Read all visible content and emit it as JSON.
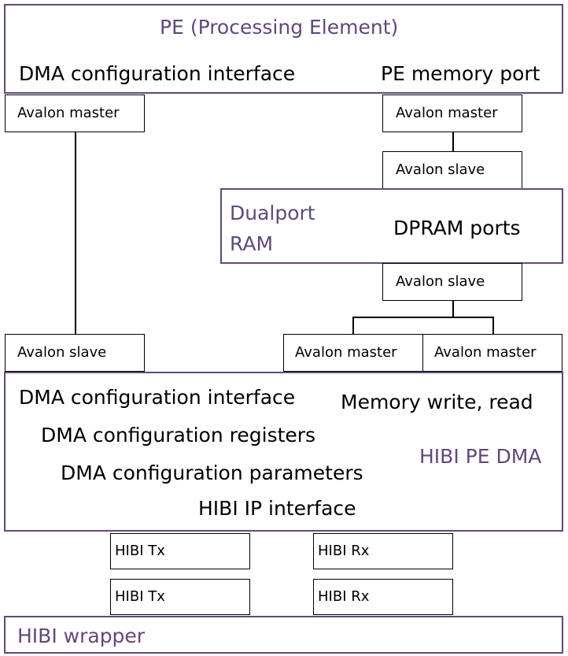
{
  "pe": {
    "title": "PE (Processing Element)",
    "left_interface": "DMA configuration interface",
    "right_interface": "PE memory port"
  },
  "pe_left_master": "Avalon master",
  "pe_right_master": "Avalon master",
  "dpram_upper_slave": "Avalon slave",
  "dpram": {
    "title_line1": "Dualport",
    "title_line2": "RAM",
    "ports": "DPRAM ports"
  },
  "dpram_lower_slave": "Avalon slave",
  "dma_left_slave": "Avalon slave",
  "dma_master_1": "Avalon master",
  "dma_master_2": "Avalon master",
  "dma": {
    "config_interface": "DMA configuration interface",
    "memory_rw": "Memory write, read",
    "config_registers": "DMA configuration registers",
    "title": "HIBI PE DMA",
    "config_parameters": "DMA configuration parameters",
    "ip_interface": "HIBI IP interface"
  },
  "hibi_tx_upper": "HIBI Tx",
  "hibi_rx_upper": "HIBI Rx",
  "hibi_tx_lower": "HIBI Tx",
  "hibi_rx_lower": "HIBI Rx",
  "wrapper": {
    "title": "HIBI wrapper"
  },
  "colors": {
    "accent": "#60497A",
    "border": "#000000"
  }
}
